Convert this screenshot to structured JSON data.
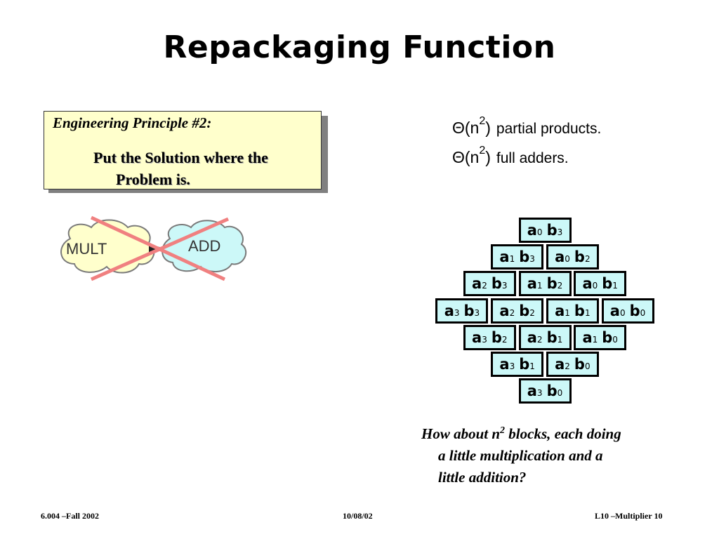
{
  "title": "Repackaging Function",
  "principle": {
    "heading": "Engineering Principle #2:",
    "line1": "Put the Solution where the",
    "line2": "Problem is."
  },
  "complexity": [
    {
      "symbol": "Θ(n",
      "exp": "2",
      "close": ")",
      "label": "partial products."
    },
    {
      "symbol": "Θ(n",
      "exp": "2",
      "close": ")",
      "label": "full adders."
    }
  ],
  "clouds": {
    "left_label": "MULT",
    "right_label": "ADD",
    "left_color": "#ffffcc",
    "right_color": "#ccf8f8",
    "cross_color": "#f08080"
  },
  "grid": {
    "cell_color": "#ccf8f8",
    "rows": [
      [
        [
          "a",
          "0",
          "b",
          "3"
        ]
      ],
      [
        [
          "a",
          "1",
          "b",
          "3"
        ],
        [
          "a",
          "0",
          "b",
          "2"
        ]
      ],
      [
        [
          "a",
          "2",
          "b",
          "3"
        ],
        [
          "a",
          "1",
          "b",
          "2"
        ],
        [
          "a",
          "0",
          "b",
          "1"
        ]
      ],
      [
        [
          "a",
          "3",
          "b",
          "3"
        ],
        [
          "a",
          "2",
          "b",
          "2"
        ],
        [
          "a",
          "1",
          "b",
          "1"
        ],
        [
          "a",
          "0",
          "b",
          "0"
        ]
      ],
      [
        [
          "a",
          "3",
          "b",
          "2"
        ],
        [
          "a",
          "2",
          "b",
          "1"
        ],
        [
          "a",
          "1",
          "b",
          "0"
        ]
      ],
      [
        [
          "a",
          "3",
          "b",
          "1"
        ],
        [
          "a",
          "2",
          "b",
          "0"
        ]
      ],
      [
        [
          "a",
          "3",
          "b",
          "0"
        ]
      ]
    ]
  },
  "question": {
    "part1": "How about n",
    "sup": "2",
    "part2": " blocks, each doing",
    "line2": "a little multiplication and  a",
    "line3": "little addition?"
  },
  "footer": {
    "left": "6.004 –Fall  2002",
    "center": "10/08/02",
    "right": "L10 –Multiplier  10"
  }
}
